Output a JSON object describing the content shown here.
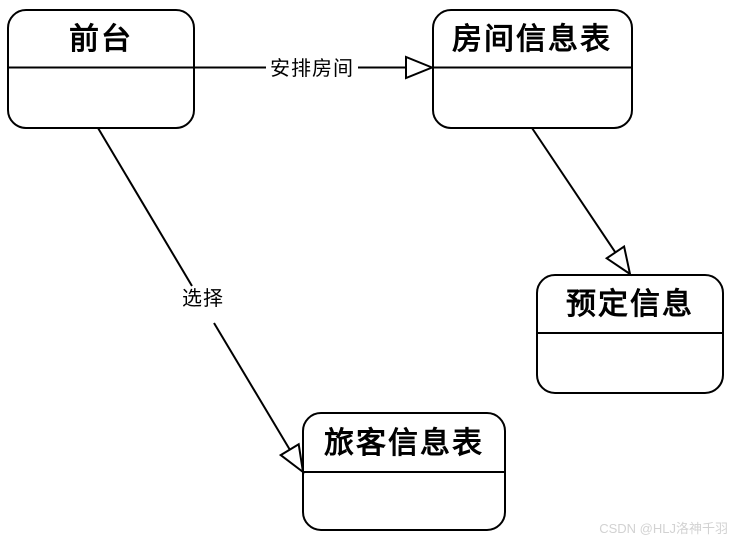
{
  "diagram": {
    "type": "uml-object-diagram",
    "nodes": [
      {
        "name": "front-desk",
        "label": "前台"
      },
      {
        "name": "room-info-table",
        "label": "房间信息表"
      },
      {
        "name": "reservation-info",
        "label": "预定信息"
      },
      {
        "name": "guest-info-table",
        "label": "旅客信息表"
      }
    ],
    "edges": [
      {
        "from": "前台",
        "to": "房间信息表",
        "label": "安排房间",
        "arrow": "open-triangle"
      },
      {
        "from": "前台",
        "to": "旅客信息表",
        "label": "选择",
        "arrow": "open-triangle"
      },
      {
        "from": "房间信息表",
        "to": "预定信息",
        "label": "",
        "arrow": "open-triangle"
      }
    ],
    "colors": {
      "stroke": "#000000",
      "background": "#ffffff",
      "watermark": "#d2d2d2"
    }
  },
  "watermark": {
    "text": "CSDN @HLJ洛神千羽"
  }
}
